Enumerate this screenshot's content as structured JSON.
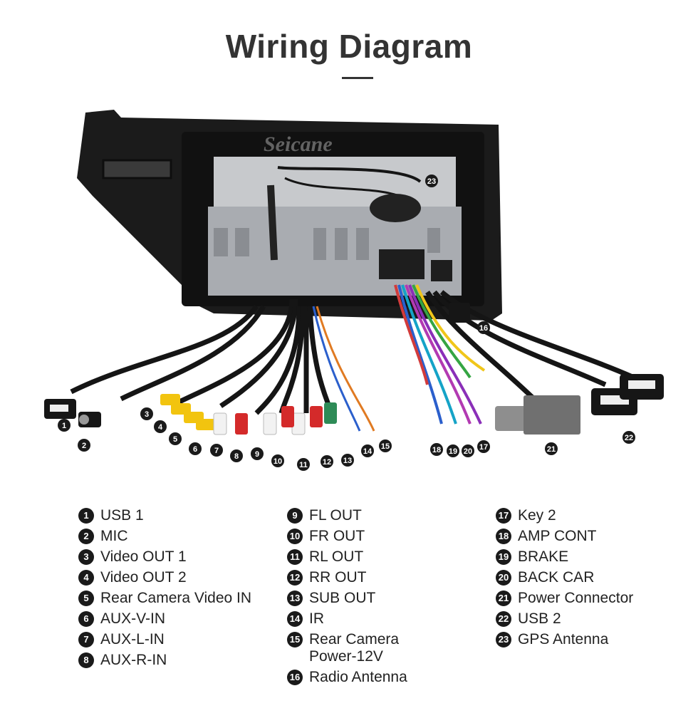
{
  "title": "Wiring Diagram",
  "watermark": "Seicane",
  "markers": [
    "1",
    "2",
    "3",
    "4",
    "5",
    "6",
    "7",
    "8",
    "9",
    "10",
    "11",
    "12",
    "13",
    "14",
    "15",
    "16",
    "17",
    "18",
    "19",
    "20",
    "21",
    "22",
    "23"
  ],
  "legend": {
    "col1": [
      {
        "num": "1",
        "label": "USB 1"
      },
      {
        "num": "2",
        "label": "MIC"
      },
      {
        "num": "3",
        "label": "Video OUT 1"
      },
      {
        "num": "4",
        "label": "Video OUT 2"
      },
      {
        "num": "5",
        "label": "Rear Camera Video IN"
      },
      {
        "num": "6",
        "label": "AUX-V-IN"
      },
      {
        "num": "7",
        "label": "AUX-L-IN"
      },
      {
        "num": "8",
        "label": "AUX-R-IN"
      }
    ],
    "col2": [
      {
        "num": "9",
        "label": "FL OUT"
      },
      {
        "num": "10",
        "label": "FR OUT"
      },
      {
        "num": "11",
        "label": "RL OUT"
      },
      {
        "num": "12",
        "label": "RR OUT"
      },
      {
        "num": "13",
        "label": "SUB OUT"
      },
      {
        "num": "14",
        "label": "IR"
      },
      {
        "num": "15",
        "label": "Rear Camera\nPower-12V"
      },
      {
        "num": "16",
        "label": "Radio Antenna"
      }
    ],
    "col3": [
      {
        "num": "17",
        "label": "Key 2"
      },
      {
        "num": "18",
        "label": "AMP CONT"
      },
      {
        "num": "19",
        "label": "BRAKE"
      },
      {
        "num": "20",
        "label": "BACK CAR"
      },
      {
        "num": "21",
        "label": "Power Connector"
      },
      {
        "num": "22",
        "label": "USB 2"
      },
      {
        "num": "23",
        "label": "GPS Antenna"
      }
    ]
  },
  "colors": {
    "bezel": "#1b1b1b",
    "chassis": "#b9bcc0",
    "rca_yellow": "#f2c40f",
    "rca_red": "#d42a2a",
    "rca_white": "#f2f2f2",
    "rca_green": "#2e8b57",
    "wire": "#151515"
  }
}
